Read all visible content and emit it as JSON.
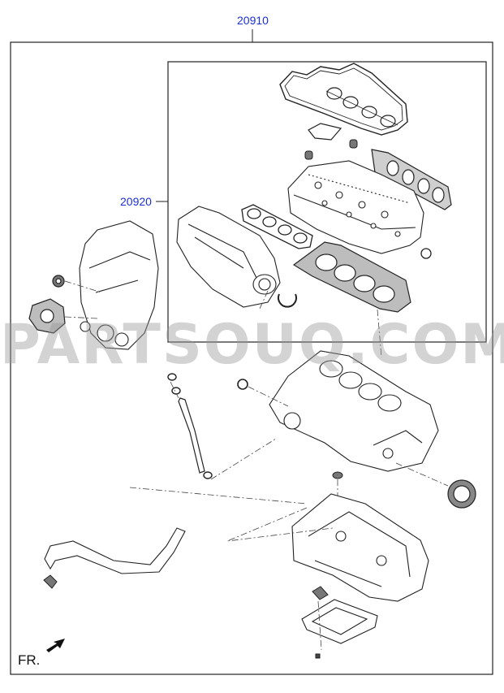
{
  "callouts": {
    "outer_kit": "20910",
    "inner_kit": "20920"
  },
  "watermark": "PARTSOUQ.COM",
  "direction_label": "FR.",
  "colors": {
    "callout": "#1a2fd6",
    "line": "#222222",
    "watermark": "#969696"
  }
}
